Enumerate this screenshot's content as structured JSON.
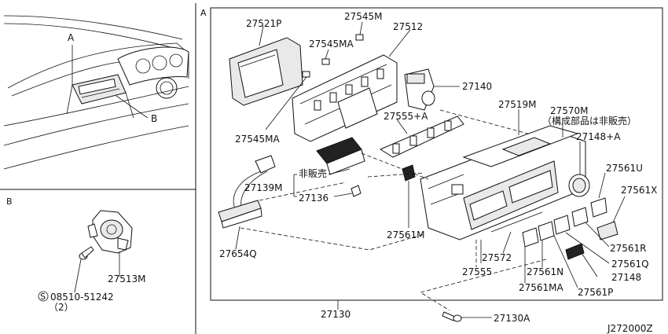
{
  "sections": {
    "a": "A",
    "b": "B"
  },
  "overview": {
    "callout_a": "A",
    "callout_b": "B"
  },
  "parts": {
    "p27521p": "27521P",
    "p27545m": "27545M",
    "p27545ma_top": "27545MA",
    "p27512": "27512",
    "p27140": "27140",
    "p27519m": "27519M",
    "p27570m": "27570M",
    "note_not_sold": "（構成部品は非販売）",
    "p27545ma_left": "27545MA",
    "p27555a": "27555+A",
    "p27148a": "27148+A",
    "p27561u": "27561U",
    "p27561x": "27561X",
    "not_sold": "非販売",
    "p27139m": "27139M",
    "p27136": "27136",
    "p27561m": "27561M",
    "p27654q": "27654Q",
    "p27572": "27572",
    "p27555": "27555",
    "p27561n": "27561N",
    "p27561ma": "27561MA",
    "p27561p": "27561P",
    "p27561r": "27561R",
    "p27561q": "27561Q",
    "p27148": "27148",
    "p27130": "27130",
    "p27130a": "27130A",
    "p27513m": "27513M",
    "screw_code": "08510-51242",
    "screw_qty": "（2）",
    "screw_symbol": "S",
    "diagram_code": "J272000Z"
  }
}
